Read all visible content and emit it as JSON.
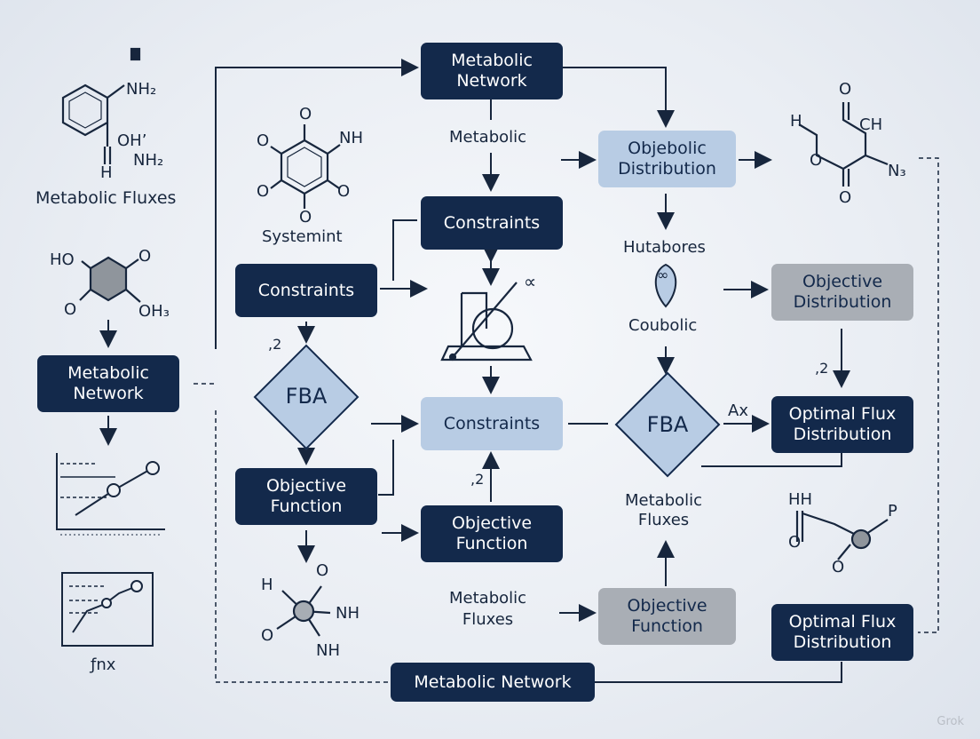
{
  "boxes": {
    "metabolic_network_top": "Metabolic\nNetwork",
    "objebolic_distribution": "Objebolic\nDistribution",
    "constraints_top": "Constraints",
    "constraints_left": "Constraints",
    "objective_distribution": "Objective\nDistribution",
    "metabolic_network_left": "Metabolic\nNetwork",
    "constraints_center": "Constraints",
    "optimal_flux_distribution_right": "Optimal Flux\nDistribution",
    "objective_function_left": "Objective\nFunction",
    "objective_function_center": "Objective\nFunction",
    "objective_function_right": "Objective\nFunction",
    "optimal_flux_distribution_bottom": "Optimal Flux\nDistribution",
    "metabolic_network_bottom": "Metabolic Network"
  },
  "diamonds": {
    "fba_left": "FBA",
    "fba_right": "FBA"
  },
  "labels": {
    "metabolic_fluxes_caption": "Metabolic Fluxes",
    "systemint": "Systemint",
    "metabolic_mid": "Metabolic",
    "hutabores": "Hutabores",
    "coubolic": "Coubolic",
    "metabolic_fluxes_right": "Metabolic\nFluxes",
    "metabolic_fluxes_bottom": "Metabolic\nFluxes",
    "ax": "Ax",
    "two_a": ",2",
    "two_b": ",2",
    "two_c": ",2",
    "fnx": "ƒnx",
    "alpha": "∝",
    "infinity": "∞"
  },
  "chem": {
    "nh2_top": "NH₂",
    "oh_prime": "OH’",
    "nh2_low": "NH₂",
    "h_top": "H",
    "o1": "O",
    "nh_q": "NH",
    "o_q1": "O",
    "o_q2": "O",
    "o_q3": "O",
    "o_q4": "O",
    "ho": "HO",
    "o_r": "O",
    "o_r2": "O",
    "oh3": "OH₃",
    "h_right": "H",
    "o_top_right": "O",
    "ch": "CH",
    "o_mid_right": "O",
    "n3": "N₃",
    "o_bot_right": "O",
    "hh": "HH",
    "p": "P",
    "o_p1": "O",
    "o_p2": "O",
    "h_bot": "H",
    "o_bot1": "O",
    "nh_bot1": "NH",
    "o_bot2": "O",
    "nh_bot2": "NH"
  },
  "watermark": "Grok"
}
